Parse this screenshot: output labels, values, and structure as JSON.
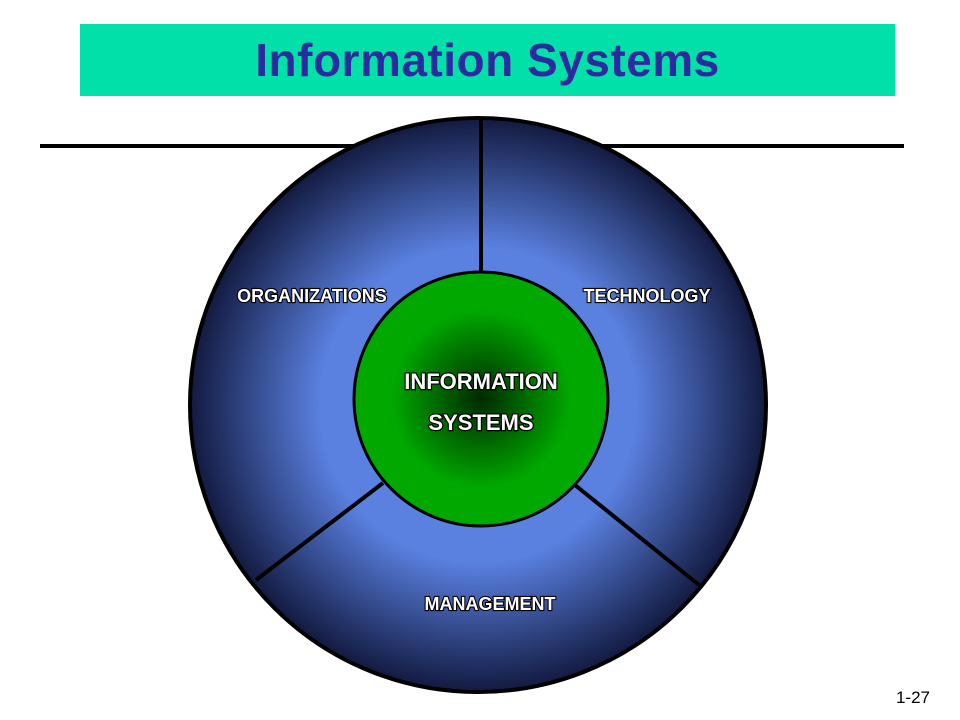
{
  "title": "Information Systems",
  "segments": {
    "organizations": "ORGANIZATIONS",
    "technology": "TECHNOLOGY",
    "management": "MANAGEMENT"
  },
  "core": {
    "line1": "INFORMATION",
    "line2": "SYSTEMS"
  },
  "page_number": "1-27",
  "colors": {
    "title_bar": "#00e0a8",
    "title_text": "#2b2ba0",
    "outer_light": "#5a80e0",
    "outer_dark": "#121a40",
    "core_light": "#00a800",
    "core_dark": "#002a00"
  }
}
